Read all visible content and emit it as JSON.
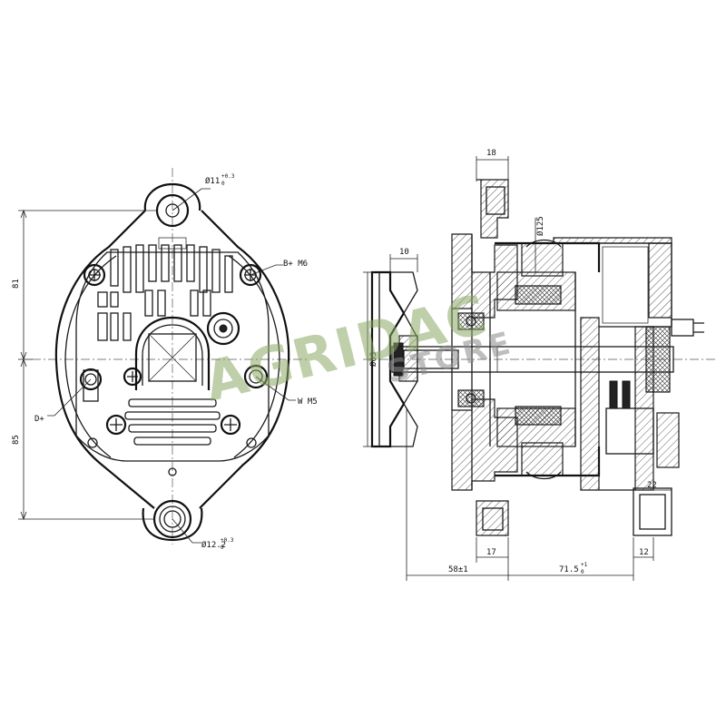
{
  "labels": {
    "hole_top": "Ø11",
    "hole_top_tol": "+0.3",
    "hole_top_tol_low": "0",
    "terminal_bplus": "B+ M6",
    "terminal_w": "W M5",
    "terminal_dplus": "D+",
    "hole_bottom": "Ø12.2",
    "hole_bottom_tol": "+0.3",
    "hole_bottom_tol_low": "0",
    "dim_81": "81",
    "dim_85": "85",
    "dim_18": "18",
    "dim_10": "10",
    "dim_125": "Ø125",
    "dim_63": "Ø63",
    "dim_22": "22",
    "dim_17": "17",
    "dim_12": "12",
    "dim_58": "58±1",
    "dim_71": "71.5",
    "dim_71_tol_up": "+1",
    "dim_71_tol_low": "0"
  },
  "watermark": {
    "brand": "AGRIDAC",
    "sub": "STORE",
    "brand_color": "#8aa866",
    "sub_color": "#8a8a8a"
  }
}
